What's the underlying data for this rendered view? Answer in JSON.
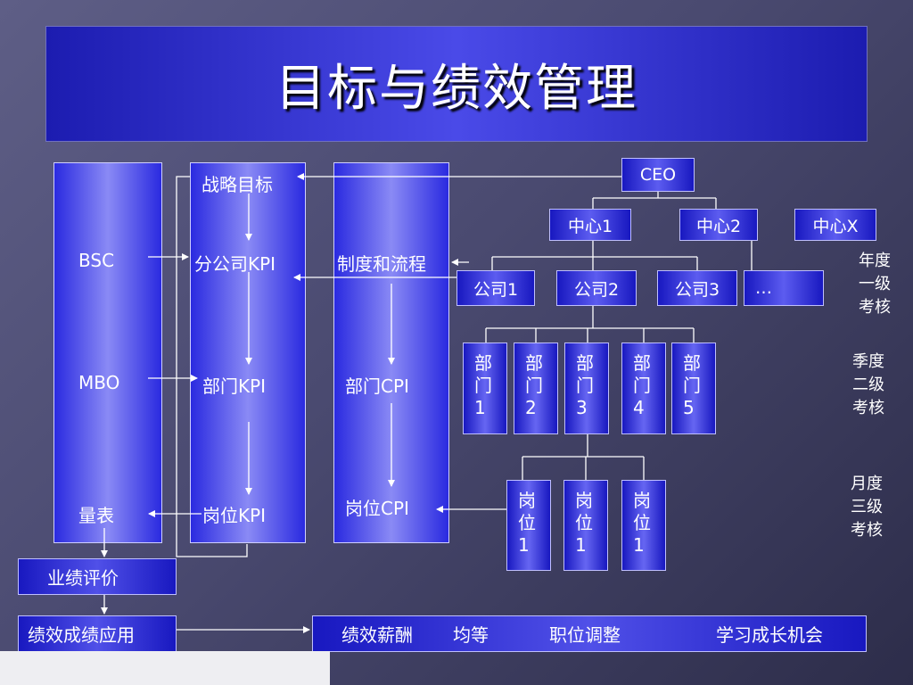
{
  "title": "目标与绩效管理",
  "col1": {
    "bsc": "BSC",
    "mbo": "MBO",
    "scale": "量表"
  },
  "col2": {
    "strategy": "战略目标",
    "branch_kpi": "分公司KPI",
    "dept_kpi": "部门KPI",
    "post_kpi": "岗位KPI"
  },
  "col3": {
    "system": "制度和流程",
    "dept_cpi": "部门CPI",
    "post_cpi": "岗位CPI"
  },
  "org": {
    "ceo": "CEO",
    "centers": [
      "中心1",
      "中心2",
      "中心X"
    ],
    "companies": [
      "公司1",
      "公司2",
      "公司3",
      "…"
    ],
    "depts": [
      [
        "部",
        "门",
        "1"
      ],
      [
        "部",
        "门",
        "2"
      ],
      [
        "部",
        "门",
        "3"
      ],
      [
        "部",
        "门",
        "4"
      ],
      [
        "部",
        "门",
        "5"
      ]
    ],
    "posts": [
      [
        "岗",
        "位",
        "1"
      ],
      [
        "岗",
        "位",
        "1"
      ],
      [
        "岗",
        "位",
        "1"
      ]
    ]
  },
  "side_labels": {
    "annual": [
      "年度",
      "一级",
      "考核"
    ],
    "quarter": [
      "季度",
      "二级",
      "考核"
    ],
    "month": [
      "月度",
      "三级",
      "考核"
    ]
  },
  "bottom": {
    "evaluation": "业绩评价",
    "application": "绩效成绩应用",
    "outcomes": [
      "绩效薪酬",
      "均等",
      "职位调整",
      "学习成长机会"
    ]
  }
}
